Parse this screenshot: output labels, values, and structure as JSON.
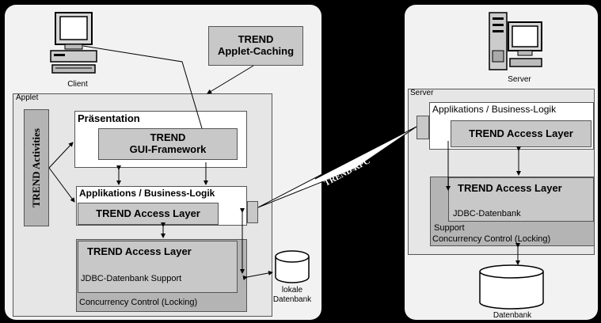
{
  "client": {
    "icon_label": "Client",
    "applet_caching": [
      "TREND",
      "Applet-Caching"
    ],
    "applet_label": "Applet",
    "activities": "TREND Activities",
    "praesentation": "Präsentation",
    "gui_framework": [
      "TREND",
      "GUI-Framework"
    ],
    "business_logic": "Applikations / Business-Logik",
    "access_layer": "TREND Access Layer",
    "db_layer": {
      "title": "TREND Access Layer",
      "jdbc": "JDBC-Datenbank Support",
      "concurrency": "Concurrency Control (Locking)"
    },
    "local_db": [
      "lokale",
      "Datenbank"
    ]
  },
  "connection": {
    "label": "TREND RPC"
  },
  "server": {
    "icon_label": "Server",
    "server_label": "Server",
    "business_logic": "Applikations / Business-Logik",
    "access_layer": "TREND Access Layer",
    "db_layer": {
      "title": "TREND Access Layer",
      "jdbc": "JDBC-Datenbank",
      "support": "Support",
      "concurrency": "Concurrency Control (Locking)"
    },
    "db": "Datenbank"
  },
  "colors": {
    "background": "#000000",
    "panel": "#f2f2f2",
    "box_gray": "#c8c8c8"
  }
}
